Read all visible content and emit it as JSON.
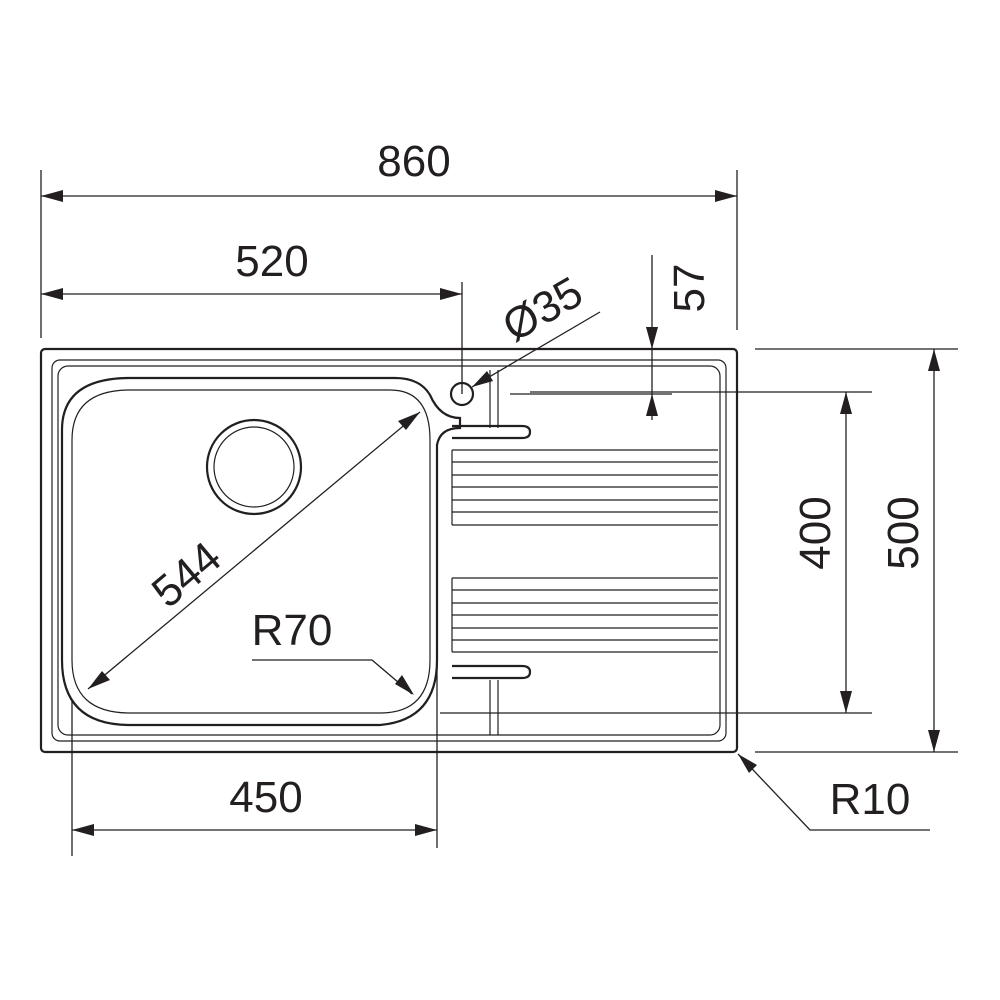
{
  "drawing": {
    "colors": {
      "line": "#231f20",
      "background": "#ffffff"
    },
    "dimensions": {
      "overall_width": "860",
      "bowl_side_width": "520",
      "waste_diameter": "Ø35",
      "tap_offset": "57",
      "diagonal": "544",
      "corner_radius_bowl": "R70",
      "inner_depth": "400",
      "overall_depth": "500",
      "bowl_width": "450",
      "corner_radius_outer": "R10"
    }
  }
}
